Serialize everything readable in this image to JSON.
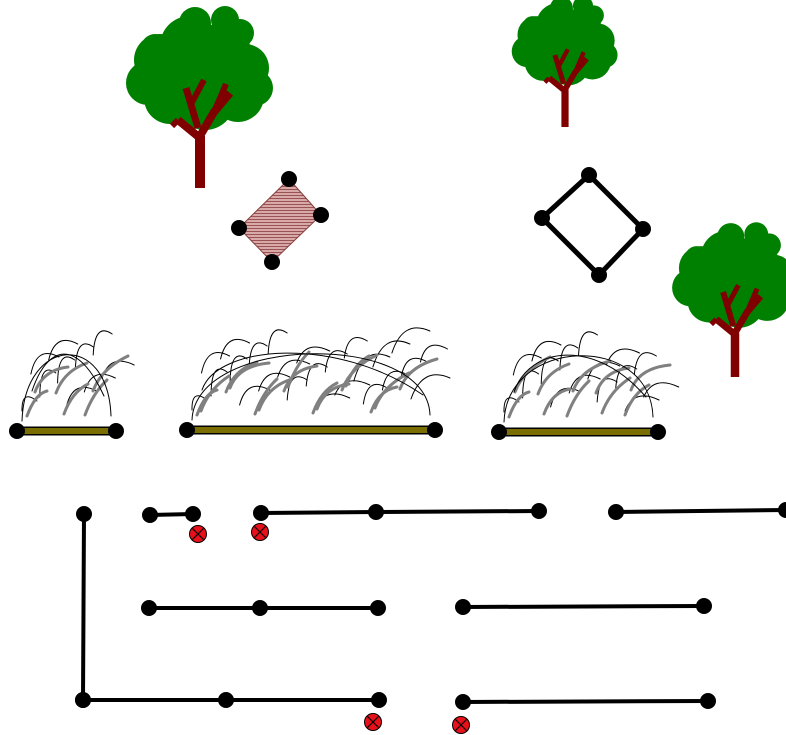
{
  "scene": {
    "trees": [
      "tree",
      "tree",
      "tree"
    ],
    "bushes": [
      "bush",
      "bush",
      "bush"
    ],
    "shapes": [
      "filled-diamond",
      "outline-diamond"
    ],
    "lines": [
      "line",
      "line",
      "line",
      "line",
      "line",
      "line",
      "line",
      "line",
      "line",
      "line"
    ],
    "error_markers": [
      "error-marker",
      "error-marker",
      "error-marker",
      "error-marker"
    ]
  },
  "colors": {
    "foliage": "#008000",
    "trunk": "#800000",
    "diamond_fill": "#c99a9a",
    "line": "#000000",
    "vertex": "#000000",
    "bush_base": "#7a6e00",
    "bush_stroke": "#000000",
    "bush_grey": "#808080",
    "error_fill": "#e8101a"
  },
  "icons": {
    "vertex": "vertex-dot-icon",
    "error": "x-circle-icon"
  }
}
